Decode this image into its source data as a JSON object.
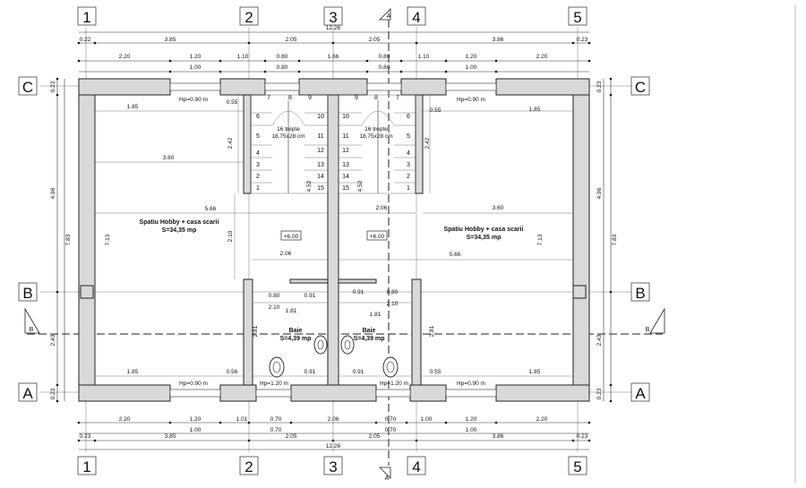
{
  "grid": {
    "columns": [
      "1",
      "2",
      "3",
      "4",
      "5"
    ],
    "rows": [
      "C",
      "B",
      "A"
    ]
  },
  "section_marks": [
    "A",
    "A",
    "B",
    "B"
  ],
  "dims_top": {
    "overall": "12.26",
    "row1": [
      "0.22",
      "3.85",
      "2.05",
      "2.05",
      "3.86",
      "0.23"
    ],
    "row2": [
      "2.20",
      "1.20",
      "1.10",
      "0.80",
      "1.66",
      "0.80",
      "1.10",
      "1.20",
      "2.20"
    ],
    "row3": [
      "1.00",
      "0.80",
      "0.80",
      "1.00"
    ]
  },
  "dims_bottom": {
    "row1": [
      "2.20",
      "1.20",
      "1.01",
      "0.70",
      "2.06",
      "0.70",
      "1.00",
      "1.20",
      "2.20"
    ],
    "row2": [
      "1.00",
      "0.70",
      "0.70",
      "1.00"
    ],
    "row3": [
      "0.23",
      "3.85",
      "2.05",
      "2.05",
      "3.86",
      "0.23"
    ],
    "overall": "12.26"
  },
  "dims_left": [
    "0.23",
    "4.96",
    "7.83",
    "7.13",
    "2.43",
    "0.23"
  ],
  "dims_right": [
    "0.23",
    "4.96",
    "7.83",
    "7.13",
    "2.43",
    "0.23"
  ],
  "interior_dims": {
    "a_185": "1.85",
    "a_360": "3.60",
    "a_566": "5.66",
    "a_055": "0.55",
    "a_242": "2.42",
    "a_452": "4.52",
    "a_210": "2.10",
    "a_206": "2.06",
    "a_080": "0.80",
    "a_091": "0.91",
    "a_181": "1.81",
    "a_281": "2.81",
    "a_056": "0.56"
  },
  "window_heights": [
    "Hp=0.90 m",
    "Hp=0.90 m",
    "Hp=0.90 m",
    "Hp=0.90 m",
    "Hp=1.20 m",
    "Hp=1.20 m"
  ],
  "stairs": {
    "label_left": "16 trepte",
    "size_left": "18,75x28 cm",
    "label_right": "16 trepte",
    "size_right": "18,75x28 cm",
    "steps_left_col1": [
      "6",
      "5",
      "4",
      "3",
      "2",
      "1"
    ],
    "steps_left_col2": [
      "10",
      "11",
      "12",
      "13",
      "14",
      "15"
    ],
    "steps_left_top": [
      "7",
      "8",
      "9"
    ],
    "steps_right_col1": [
      "10",
      "11",
      "12",
      "13",
      "14",
      "15"
    ],
    "steps_right_col2": [
      "6",
      "5",
      "4",
      "3",
      "2",
      "1"
    ],
    "steps_right_top": [
      "9",
      "8",
      "7"
    ]
  },
  "rooms": {
    "hobby_left_name": "Spatiu Hobby + casa scarii",
    "hobby_left_area": "S=34,35 mp",
    "hobby_right_name": "Spatiu Hobby + casa scarii",
    "hobby_right_area": "S=34,35 mp",
    "bath_left_name": "Baie",
    "bath_left_area": "S=4,39 mp",
    "bath_right_name": "Baie",
    "bath_right_area": "S=4,39 mp"
  },
  "levels": [
    "+6.00",
    "+6.00"
  ]
}
